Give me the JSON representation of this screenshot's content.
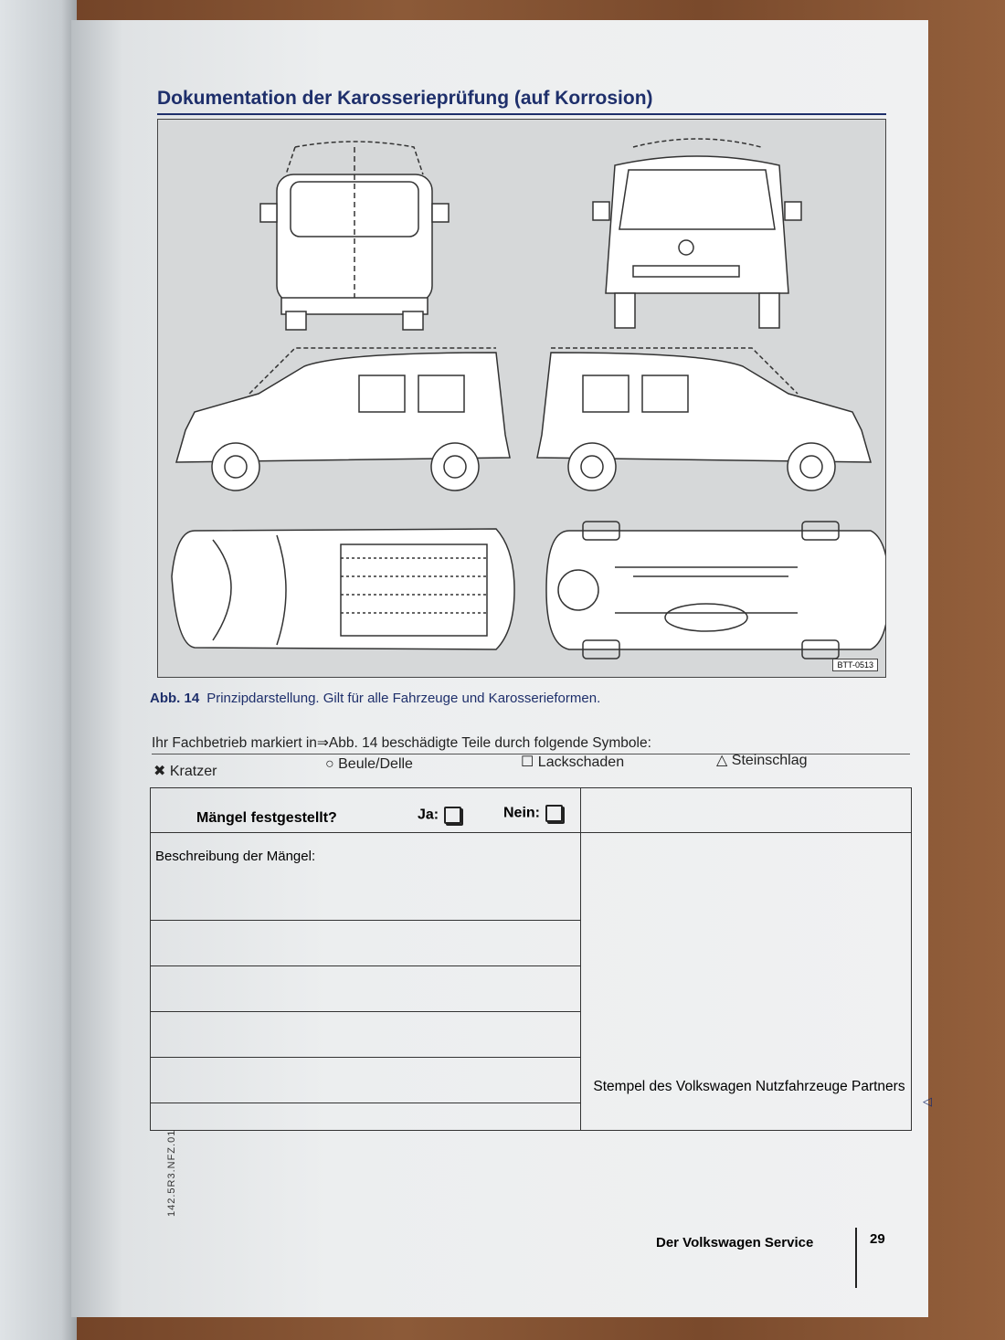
{
  "page": {
    "title": "Dokumentation der Karosserieprüfung (auf Korrosion)",
    "figure": {
      "code": "BTT-0513",
      "label": "Abb. 14",
      "caption": "Prinzipdarstellung. Gilt für alle Fahrzeuge und Karosserieformen."
    },
    "intro": "Ihr Fachbetrieb markiert in⇒Abb. 14 beschädigte Teile durch folgende Symbole:",
    "symbols": [
      {
        "icon": "✖",
        "label": "Kratzer"
      },
      {
        "icon": "○",
        "label": "Beule/Delle"
      },
      {
        "icon": "☐",
        "label": "Lackschaden"
      },
      {
        "icon": "△",
        "label": "Steinschlag"
      }
    ],
    "form": {
      "question": "Mängel festgestellt?",
      "yes": "Ja:",
      "no": "Nein:",
      "description_label": "Beschreibung der Mängel:",
      "stamp": "Stempel des Volkswagen Nutzfahrzeuge Partners"
    },
    "side_code": "142.5R3.NFZ.01",
    "footer": "Der Volkswagen Service",
    "page_number": "29",
    "continue_marker": "◁"
  }
}
